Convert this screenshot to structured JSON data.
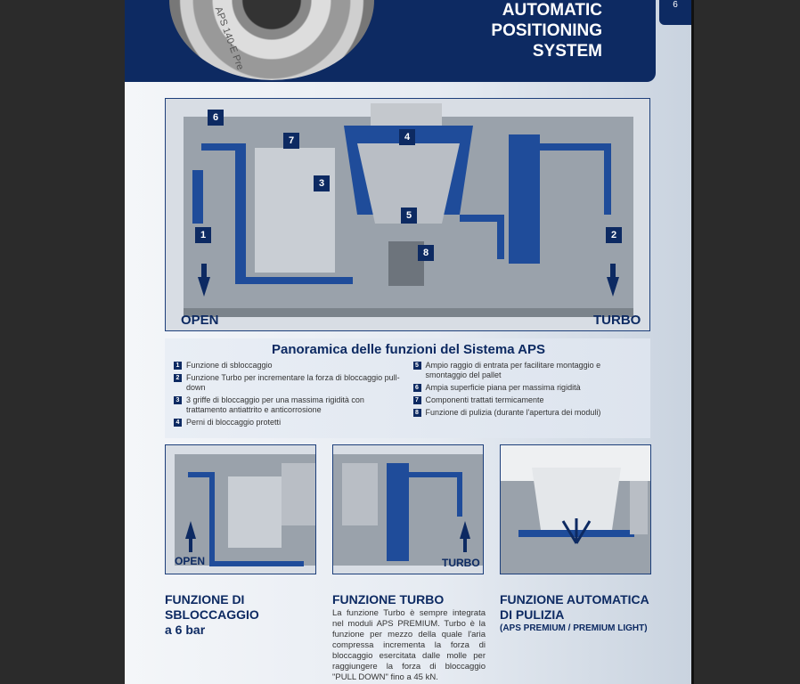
{
  "header": {
    "title_lines": [
      "AUTOMATIC",
      "POSITIONING",
      "SYSTEM"
    ],
    "tab": "6",
    "product_text": "APS 140-E Pre"
  },
  "main_diagram": {
    "callouts": [
      "1",
      "2",
      "3",
      "4",
      "5",
      "6",
      "7",
      "8"
    ],
    "open": "OPEN",
    "turbo": "TURBO"
  },
  "overview": {
    "title": "Panoramica delle funzioni del Sistema APS",
    "items": [
      {
        "n": "1",
        "text": "Funzione di sbloccaggio"
      },
      {
        "n": "2",
        "text": "Funzione Turbo per incrementare la forza di bloccaggio pull-down"
      },
      {
        "n": "3",
        "text": "3 griffe di bloccaggio per una massima rigidità con trattamento antiattrito e anticorrosione"
      },
      {
        "n": "4",
        "text": "Perni di bloccaggio protetti"
      },
      {
        "n": "5",
        "text": "Ampio raggio di entrata per facilitare montaggio e smontaggio del pallet"
      },
      {
        "n": "6",
        "text": "Ampia superficie piana per massima rigidità"
      },
      {
        "n": "7",
        "text": "Componenti trattati termicamente"
      },
      {
        "n": "8",
        "text": "Funzione di pulizia (durante l'apertura dei moduli)"
      }
    ]
  },
  "sections": [
    {
      "label": "OPEN",
      "title1": "FUNZIONE DI SBLOCCAGGIO",
      "title2": "a 6 bar"
    },
    {
      "label": "TURBO",
      "title1": "FUNZIONE TURBO",
      "body": "La funzione Turbo è sempre integrata nel moduli APS PREMIUM. Turbo è la funzione per mezzo della quale l'aria compressa incrementa la forza di bloccaggio esercitata dalle molle per raggiungere la forza di bloccaggio \"PULL DOWN\" fino a 45 kN."
    },
    {
      "title1": "FUNZIONE AUTOMATICA",
      "title2": "DI PULIZIA",
      "sub": "(APS PREMIUM / PREMIUM LIGHT)"
    }
  ],
  "colors": {
    "brand": "#0d2a62",
    "accent": "#1f4c9a"
  }
}
